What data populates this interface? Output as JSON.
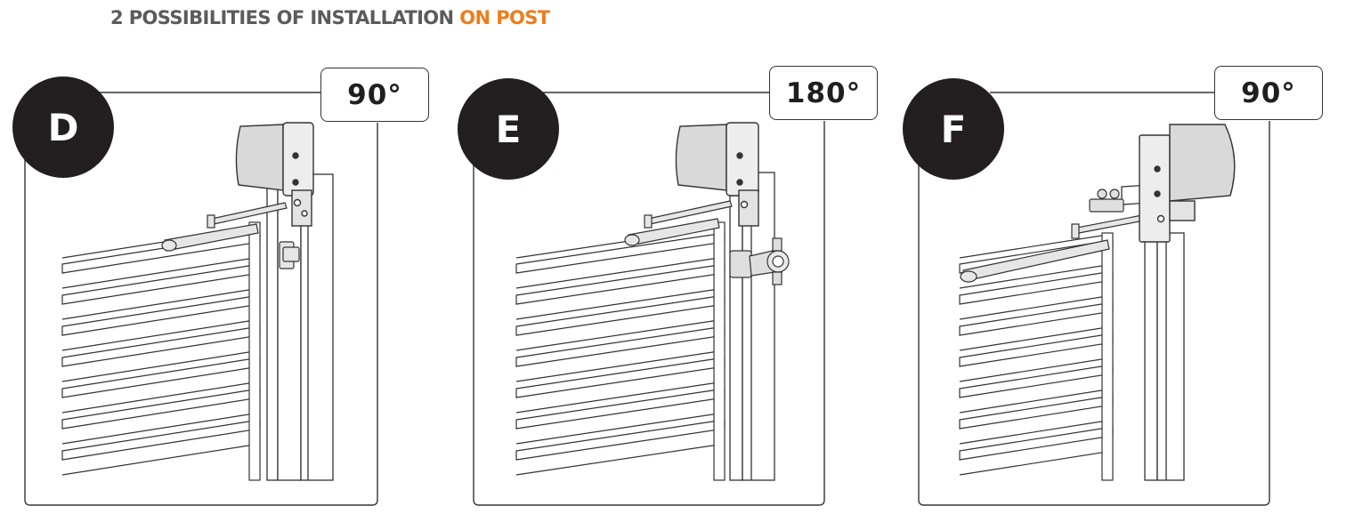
{
  "header": {
    "title_main": "2 POSSIBILITIES OF INSTALLATION ",
    "title_highlight": "ON POST"
  },
  "colors": {
    "title_gray": "#5b5b5b",
    "title_accent": "#ee7d1c",
    "badge_fill": "#231f20",
    "line": "#333333",
    "motor_gray": "#d9d9d9"
  },
  "panels": [
    {
      "letter": "D",
      "angle": "90°",
      "mount": "post-inside"
    },
    {
      "letter": "E",
      "angle": "180°",
      "mount": "post-hinge"
    },
    {
      "letter": "F",
      "angle": "90°",
      "mount": "post-mirrored"
    }
  ]
}
